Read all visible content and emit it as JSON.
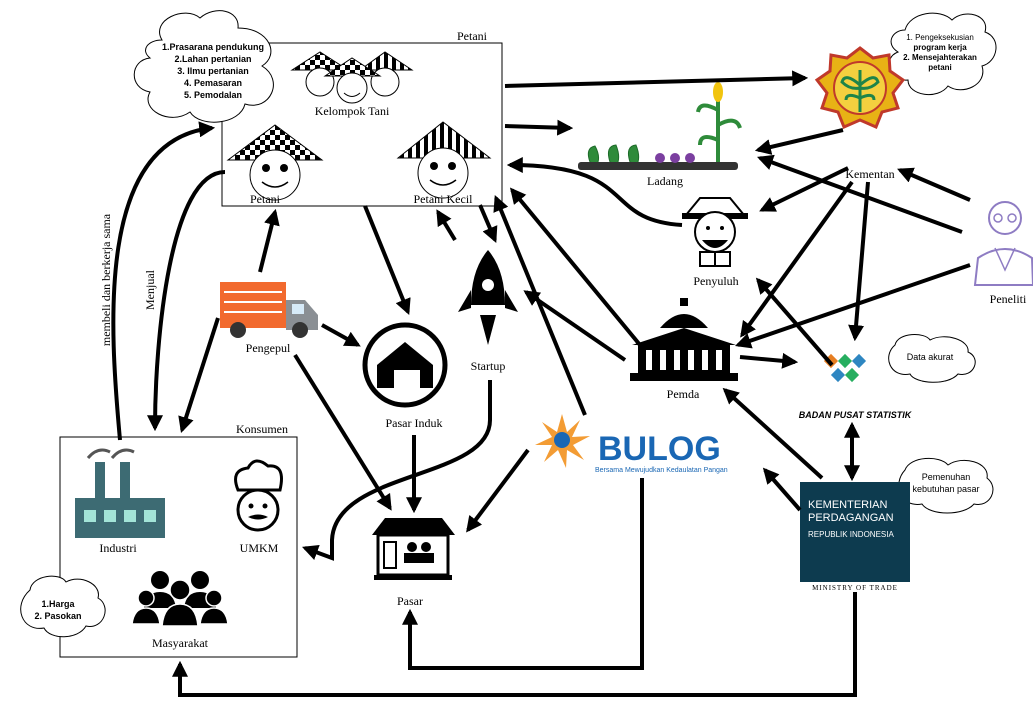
{
  "labels": {
    "petani_box": "Petani",
    "kelompok_tani": "Kelompok Tani",
    "petani": "Petani",
    "petani_kecil": "Petani Kecil",
    "ladang": "Ladang",
    "kementan": "Kementan",
    "penyuluh": "Penyuluh",
    "peneliti": "Peneliti",
    "pengepul": "Pengepul",
    "pasar_induk": "Pasar Induk",
    "startup": "Startup",
    "pemda": "Pemda",
    "konsumen": "Konsumen",
    "industri": "Industri",
    "umkm": "UMKM",
    "masyarakat": "Masyarakat",
    "pasar": "Pasar",
    "bps": "BADAN PUSAT STATISTIK",
    "bulog": "BULOG",
    "bulog_tagline": "Bersama Mewujudkan Kedaulatan Pangan",
    "kemendag_1": "KEMENTERIAN",
    "kemendag_2": "PERDAGANGAN",
    "kemendag_3": "REPUBLIK INDONESIA",
    "kemendag_4": "MINISTRY OF TRADE",
    "edge_menjual": "Menjual",
    "edge_membeli": "membeli dan berkerja sama"
  },
  "clouds": {
    "petani_needs": [
      "1.Prasarana pendukung",
      "2.Lahan pertanian",
      "3. Ilmu pertanian",
      "4. Pemasaran",
      "5. Pemodalan"
    ],
    "kementan_goals": [
      "1. Pengeksekusian",
      "program kerja",
      "2. Mensejahterakan",
      "petani"
    ],
    "bps": [
      "Data akurat"
    ],
    "kemendag": [
      "Pemenuhan",
      "kebutuhan pasar"
    ],
    "konsumen": [
      "1.Harga",
      "2. Pasokan"
    ]
  },
  "colors": {
    "truck": "#f26a2e",
    "kemendag_bg": "#0d3b4f",
    "bulog_blue": "#1a67b4",
    "bulog_sun": "#f39c34",
    "kementan_gold": "#e8b215",
    "kementan_red": "#c0392b",
    "factory": "#3d6b73"
  }
}
